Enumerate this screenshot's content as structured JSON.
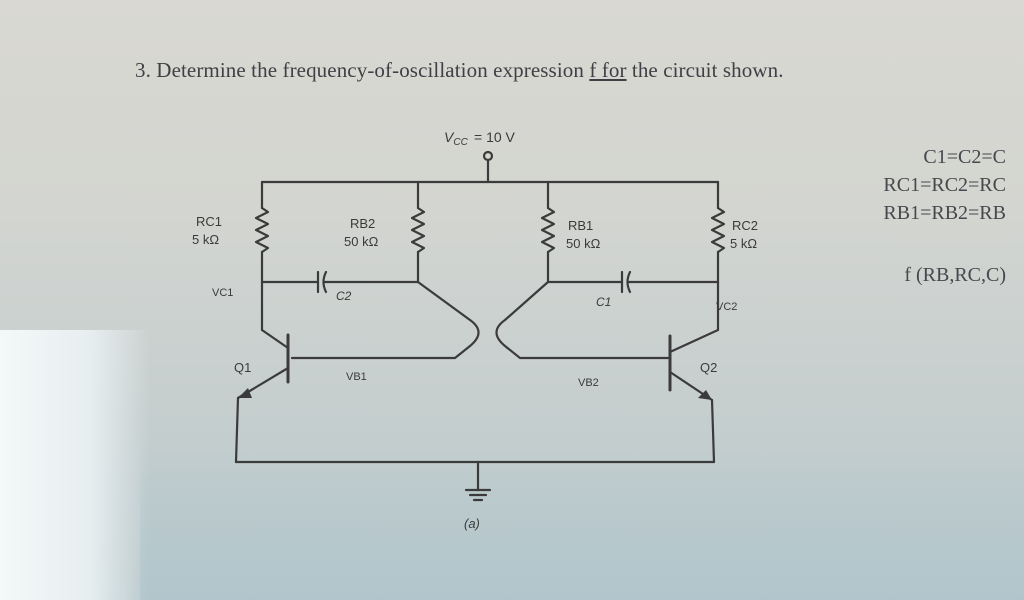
{
  "question": {
    "prefix": "3. Determine the frequency-of-oscillation expression ",
    "underlined": "f  for",
    "suffix": " the circuit shown."
  },
  "circuit": {
    "vcc": "= 10 V",
    "rc1": {
      "name": "RC1",
      "value": "5 kΩ"
    },
    "rb2": {
      "name": "RB2",
      "value": "50 kΩ"
    },
    "rb1": {
      "name": "RB1",
      "value": "50 kΩ"
    },
    "rc2": {
      "name": "RC2",
      "value": "5 kΩ"
    },
    "c1": "C1",
    "c2": "C2",
    "vc1": "VC1",
    "vc2": "VC2",
    "vb1": "VB1",
    "vb2": "VB2",
    "q1": "Q1",
    "q2": "Q2",
    "caption": "(a)"
  },
  "relations": {
    "eq1": "C1=C2=C",
    "eq2": "RC1=RC2=RC",
    "eq3": "RB1=RB2=RB",
    "func": "f (RB,RC,C)"
  },
  "colors": {
    "ink": "#3b3b3b",
    "text": "#3f4045"
  }
}
